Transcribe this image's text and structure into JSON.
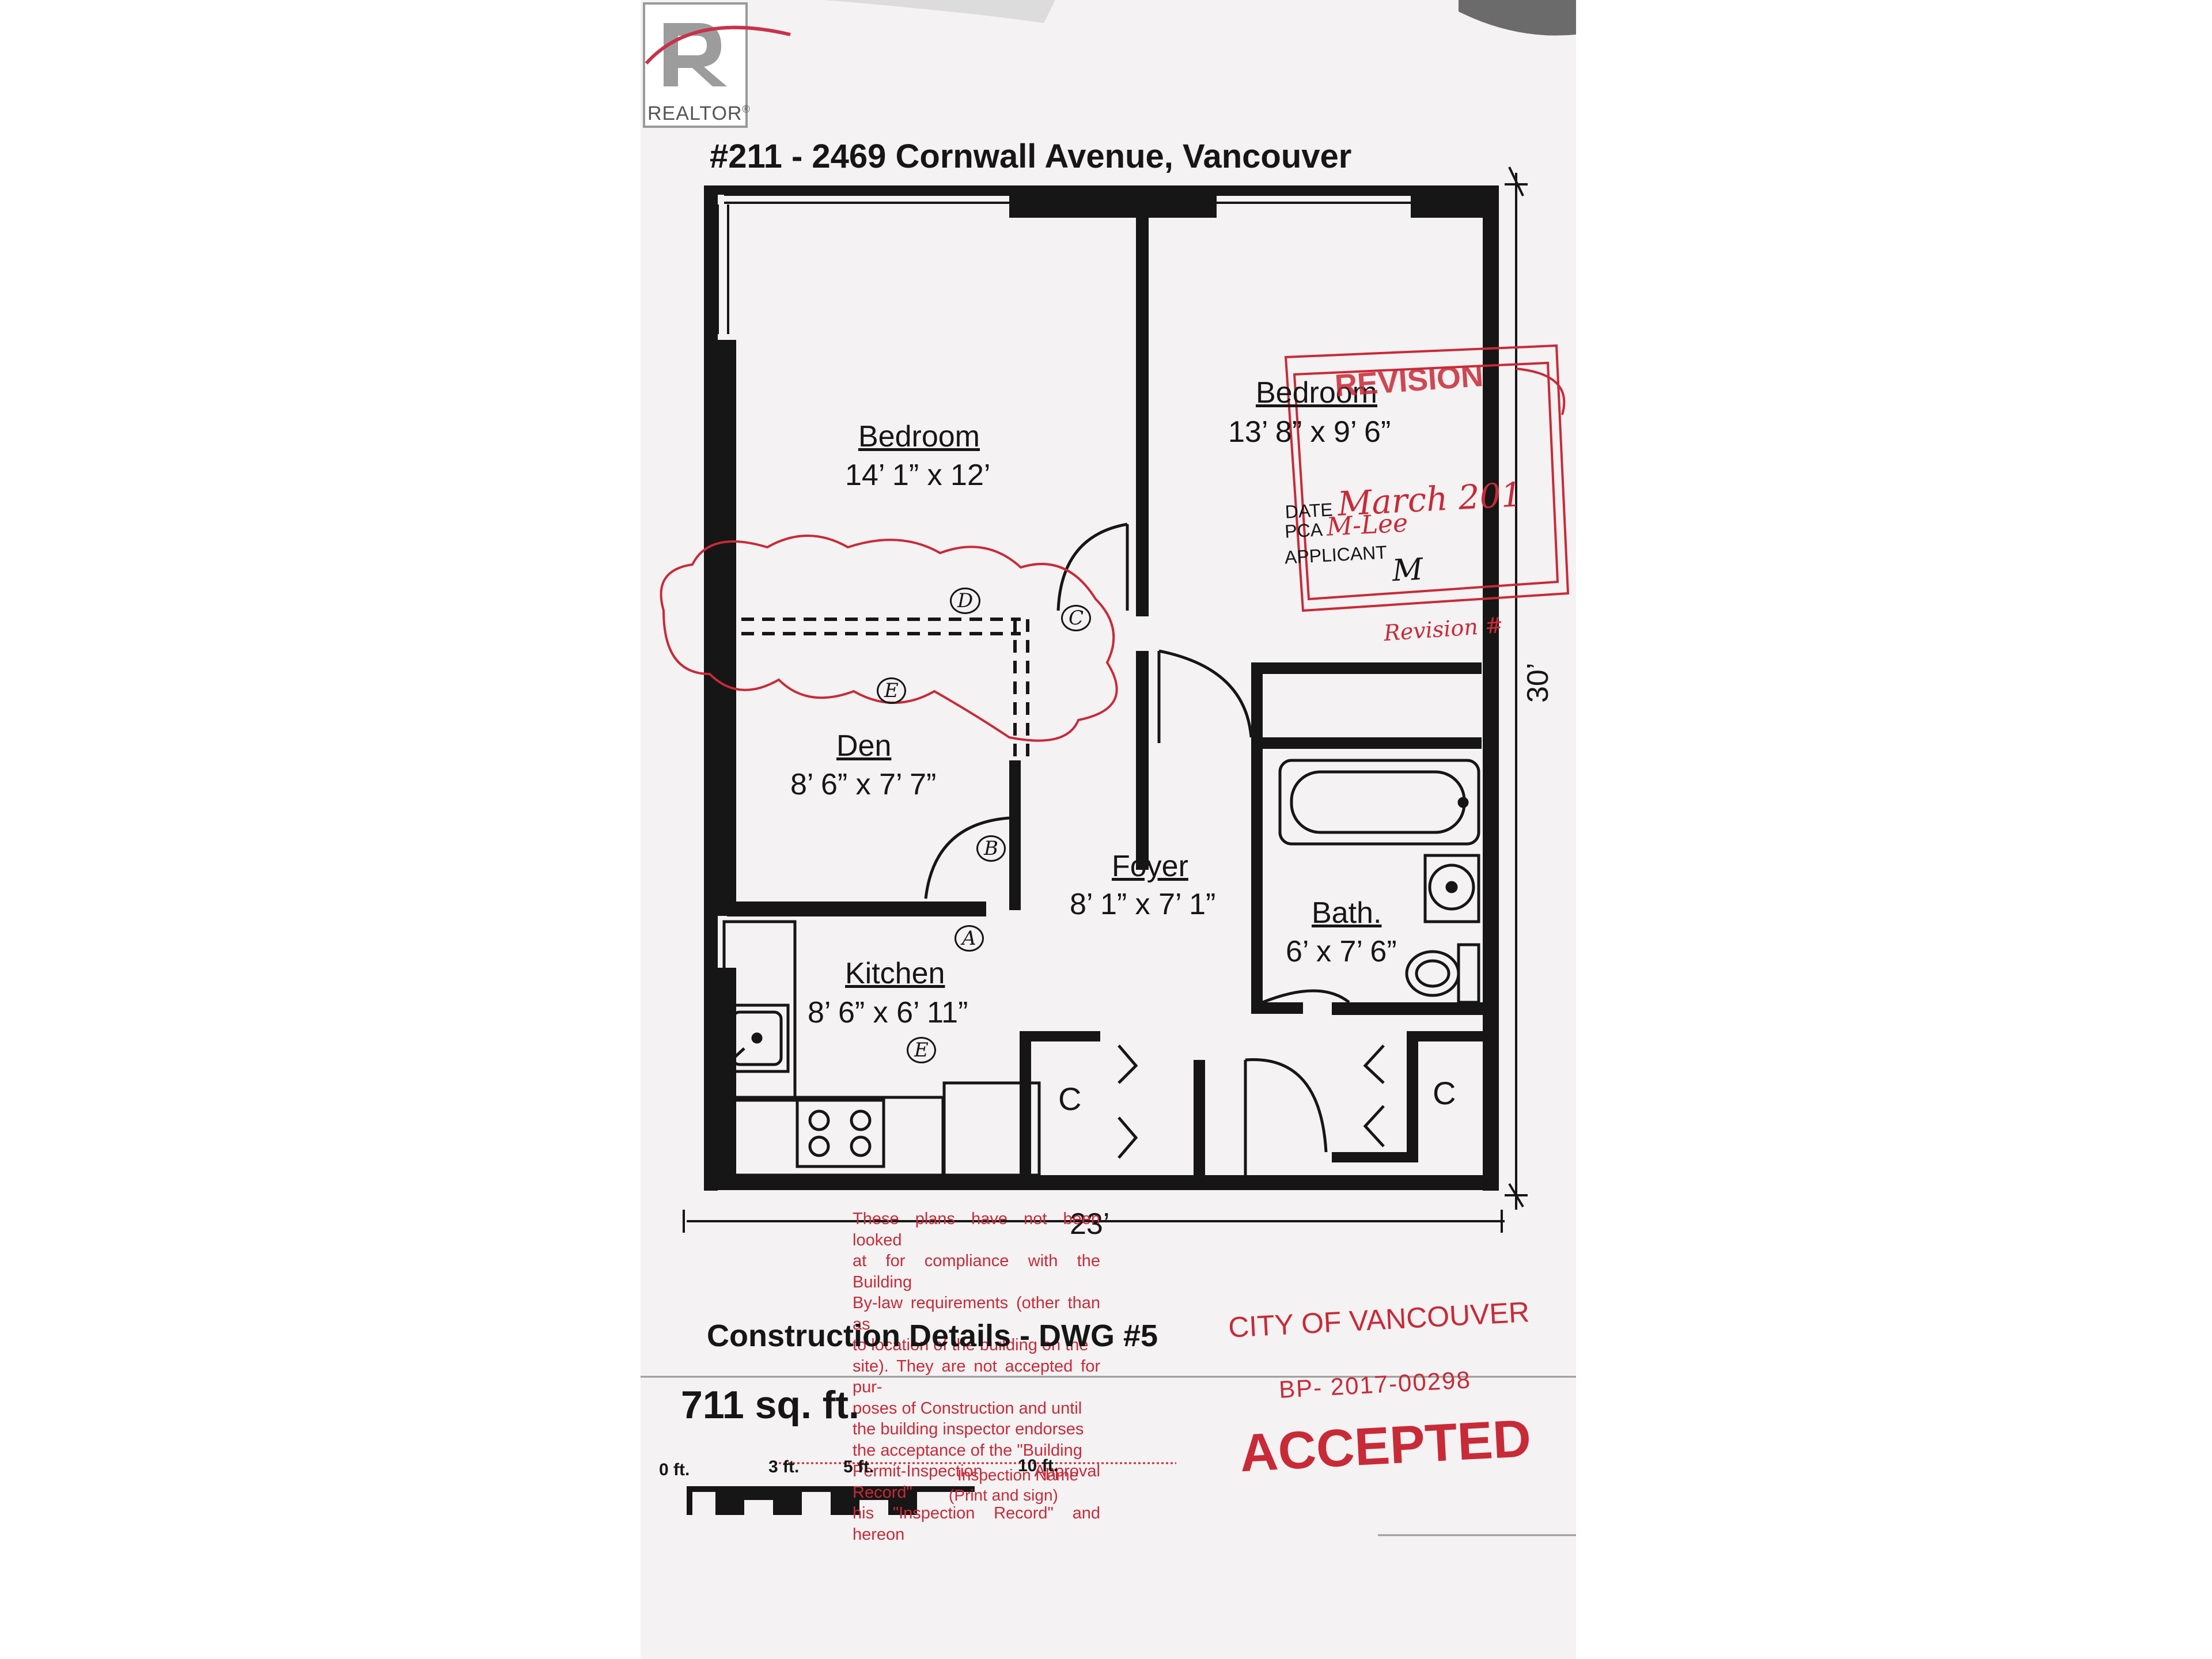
{
  "logo": {
    "text": "REALTOR",
    "mark": "®"
  },
  "title": "#211 - 2469 Cornwall Avenue, Vancouver",
  "rooms": {
    "bedroom1": {
      "name": "Bedroom",
      "dims": "14’ 1” x 12’"
    },
    "bedroom2": {
      "name": "Bedroom",
      "dims": "13’ 8” x 9’ 6”"
    },
    "den": {
      "name": "Den",
      "dims": "8’ 6” x 7’ 7”"
    },
    "foyer": {
      "name": "Foyer",
      "dims": "8’ 1” x 7’ 1”"
    },
    "kitchen": {
      "name": "Kitchen",
      "dims": "8’ 6” x 6’ 11”"
    },
    "bath": {
      "name": "Bath.",
      "dims": "6’ x 7’ 6”"
    },
    "closet_left": "C",
    "closet_right": "C"
  },
  "dimensions": {
    "width": "23’",
    "height": "30’"
  },
  "markers": [
    "A",
    "B",
    "C",
    "D",
    "E",
    "E"
  ],
  "stamp": {
    "heading": "REVISION",
    "date_label": "DATE",
    "date_value": "March 201",
    "pca_label": "PCA",
    "pca_value": "M-Lee",
    "applicant_label": "APPLICANT",
    "applicant_value": "M",
    "note": "Revision #"
  },
  "footer": {
    "drawing": "Construction Details - DWG #5",
    "area": "711 sq. ft.",
    "scale_labels": [
      "0 ft.",
      "3 ft.",
      "5 ft.",
      "10 ft."
    ]
  },
  "city_stamp": {
    "notice_lines": [
      "These plans have not been looked",
      "at for compliance with the Building",
      "By-law requirements (other than as",
      "to location of the building on the",
      "site). They are not accepted for pur-",
      "poses of Construction and until",
      "the building inspector endorses",
      "the acceptance of the \"Building",
      "Permit-Inspection Approval Record\"",
      "his \"Inspection Record\" and hereon"
    ],
    "inspector_label": "Inspection Name",
    "sign_label": "(Print and sign)",
    "city": "CITY OF VANCOUVER",
    "permit": "BP- 2017-00298",
    "status": "ACCEPTED"
  },
  "colors": {
    "ink": "#161616",
    "stamp_red": "#c82a38",
    "paper": "#f4f2f3"
  }
}
